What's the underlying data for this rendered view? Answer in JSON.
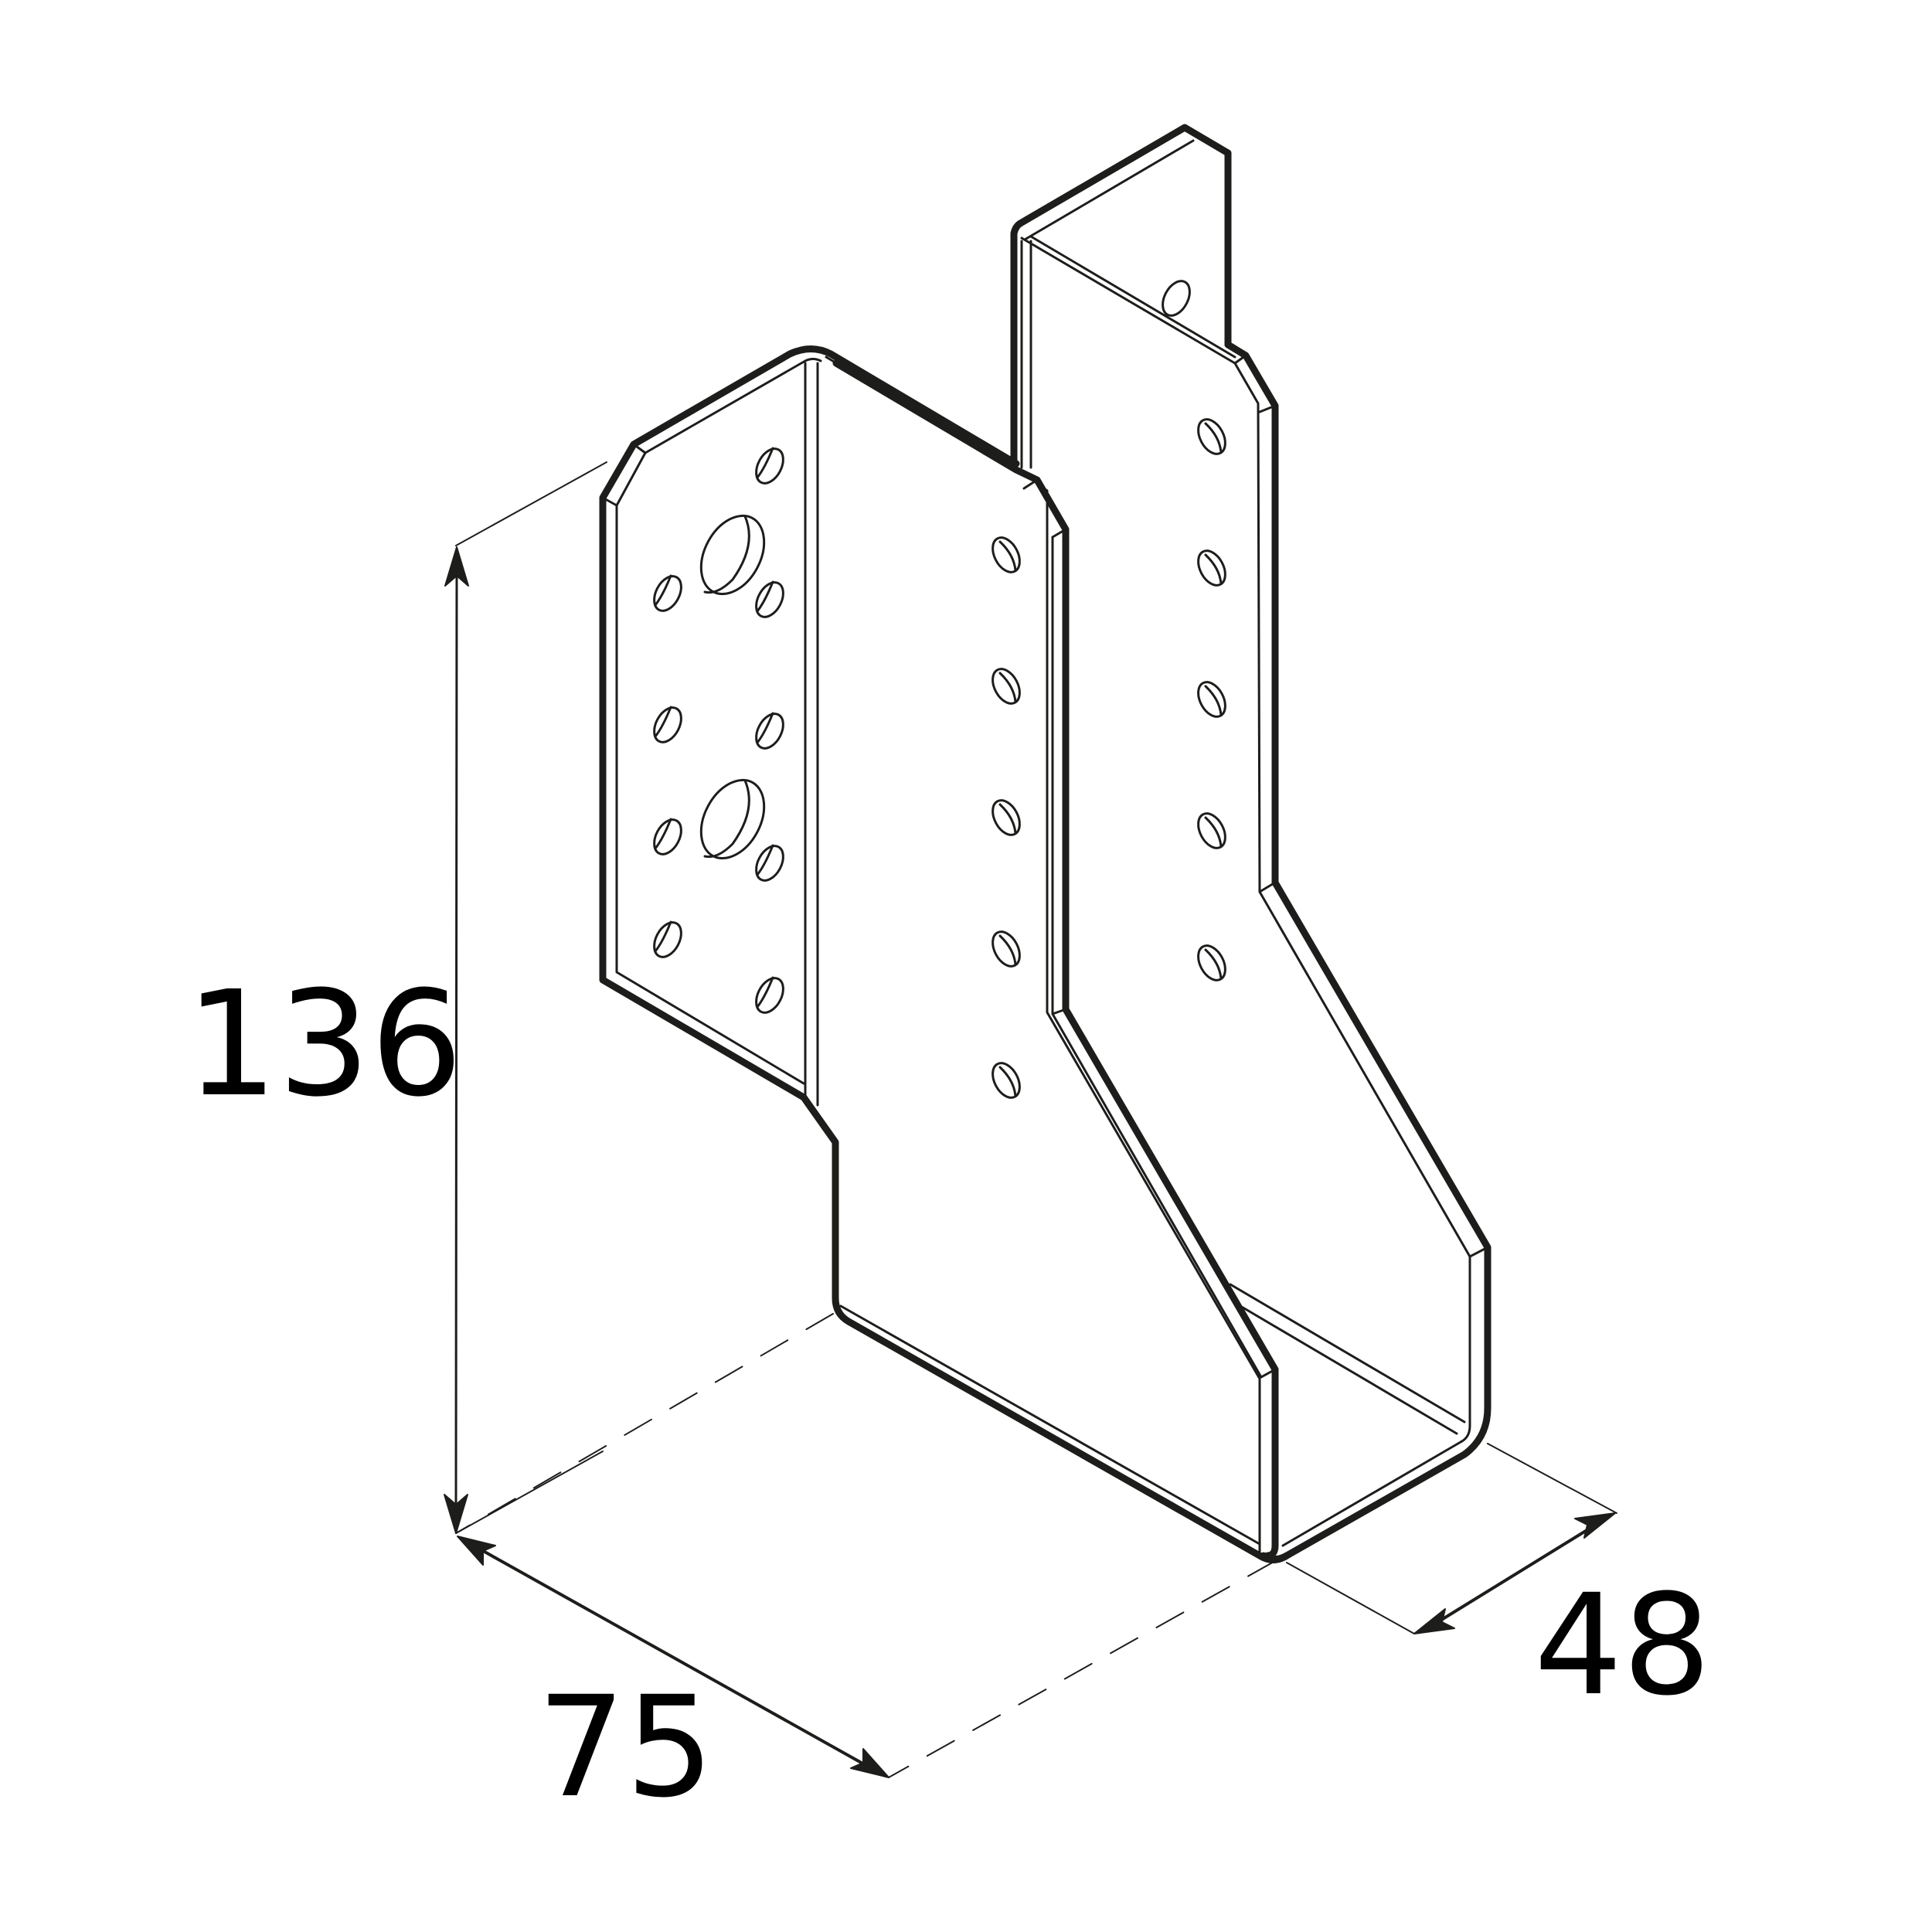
{
  "drawing": {
    "subject": "joist hanger bracket",
    "line_color": "#1d1d1b",
    "background": "#ffffff"
  },
  "dimensions": {
    "height": {
      "value": "136",
      "axis": "vertical"
    },
    "width": {
      "value": "75",
      "axis": "front-left isometric"
    },
    "depth": {
      "value": "48",
      "axis": "front-right isometric"
    }
  },
  "holes": {
    "left_flange_small": 9,
    "left_flange_large": 2,
    "front_side_column": 5,
    "back_side_column": 5,
    "top_flange": 1
  }
}
